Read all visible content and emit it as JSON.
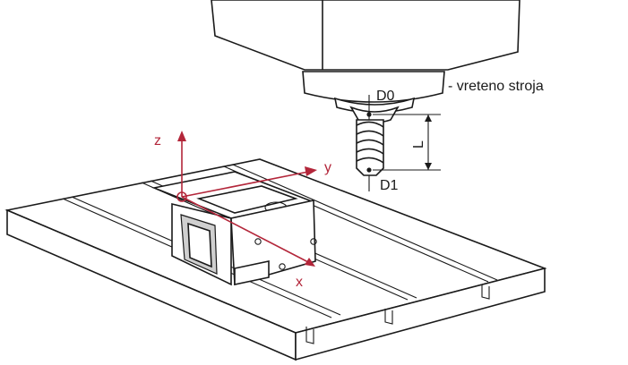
{
  "labels": {
    "spindle": "- vreteno stroja",
    "d0": "D0",
    "d1": "D1",
    "length": "L",
    "axis_x": "x",
    "axis_y": "y",
    "axis_z": "z"
  },
  "colors": {
    "axis": "#b3263a",
    "line": "#1a1a1a",
    "shading": "#cfcfcf"
  }
}
